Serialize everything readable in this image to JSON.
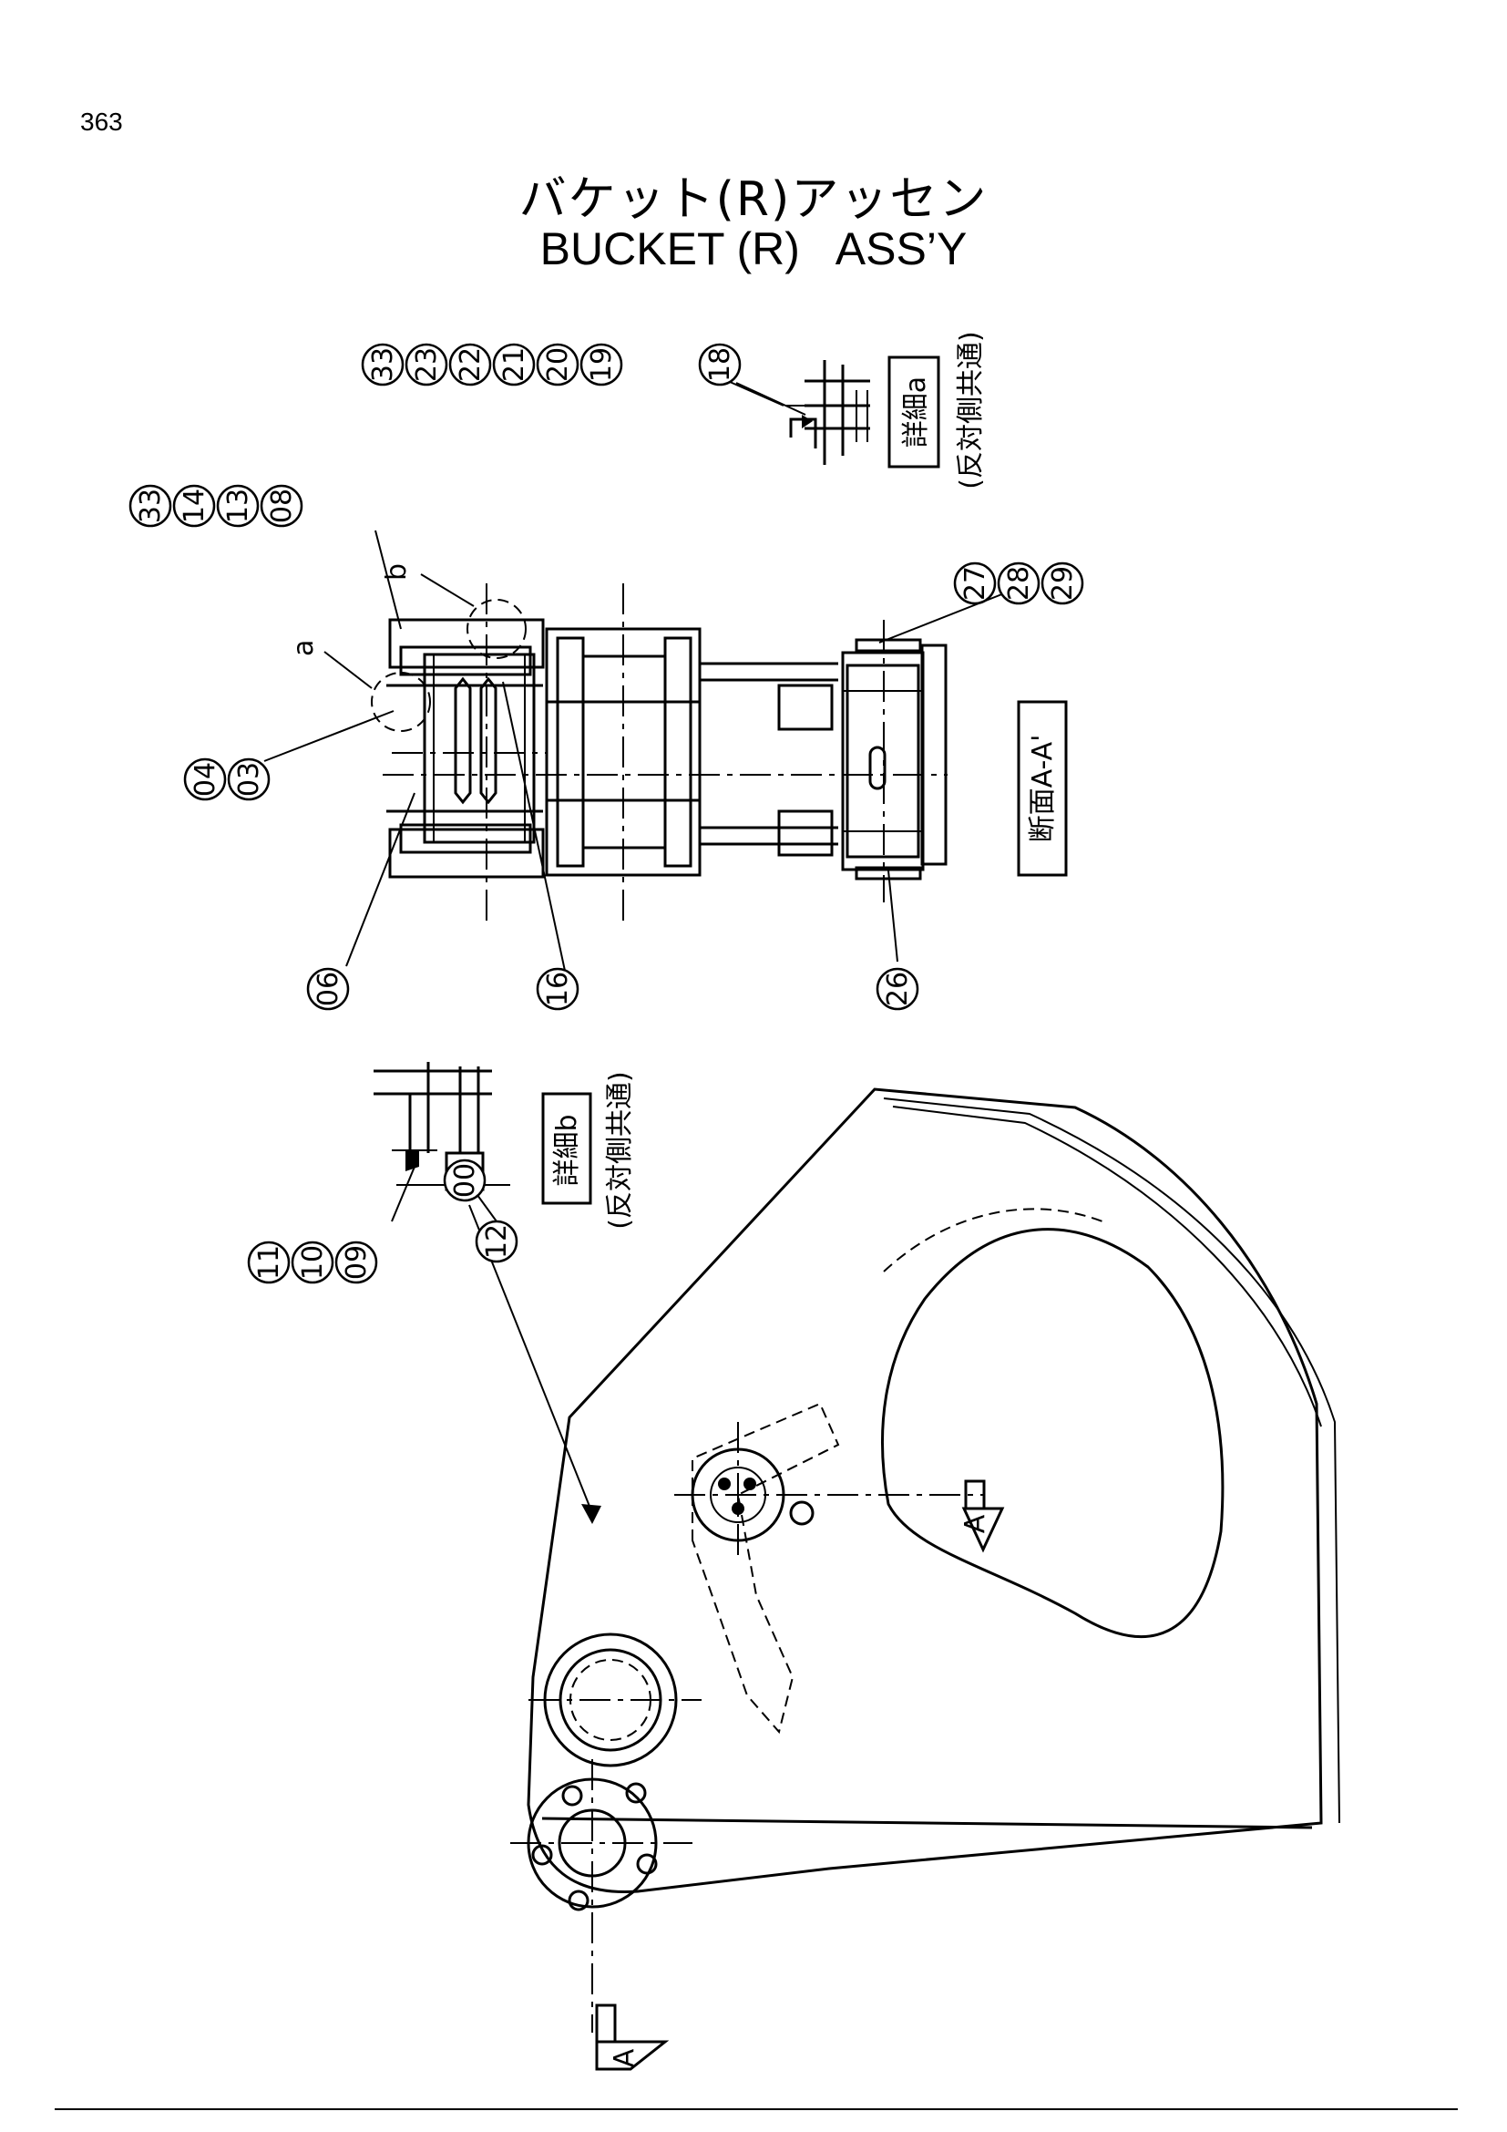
{
  "page_number": "363",
  "title": {
    "japanese": "バケット(R)アッセン",
    "english": "BUCKET (R)   ASS’Y"
  },
  "section_label": "断面A-A'",
  "detail_a": {
    "label": "詳細a",
    "note": "(反対側共通)"
  },
  "detail_b": {
    "label": "詳細b",
    "note": "(反対側共通)"
  },
  "view_arrow_label": "A",
  "detail_markers": {
    "a": "a",
    "b": "b"
  },
  "part_numbers": {
    "top_group": [
      "33",
      "23",
      "22",
      "21",
      "20",
      "19",
      "18"
    ],
    "upper_group": [
      "33",
      "14",
      "13",
      "08"
    ],
    "left_group": [
      "04",
      "03"
    ],
    "pin_group": [
      "27",
      "28",
      "29"
    ],
    "single_06": "06",
    "single_16": "16",
    "single_26": "26",
    "detail_b_group": [
      "11",
      "10",
      "09"
    ],
    "single_12": "12",
    "bucket_00": "00"
  }
}
